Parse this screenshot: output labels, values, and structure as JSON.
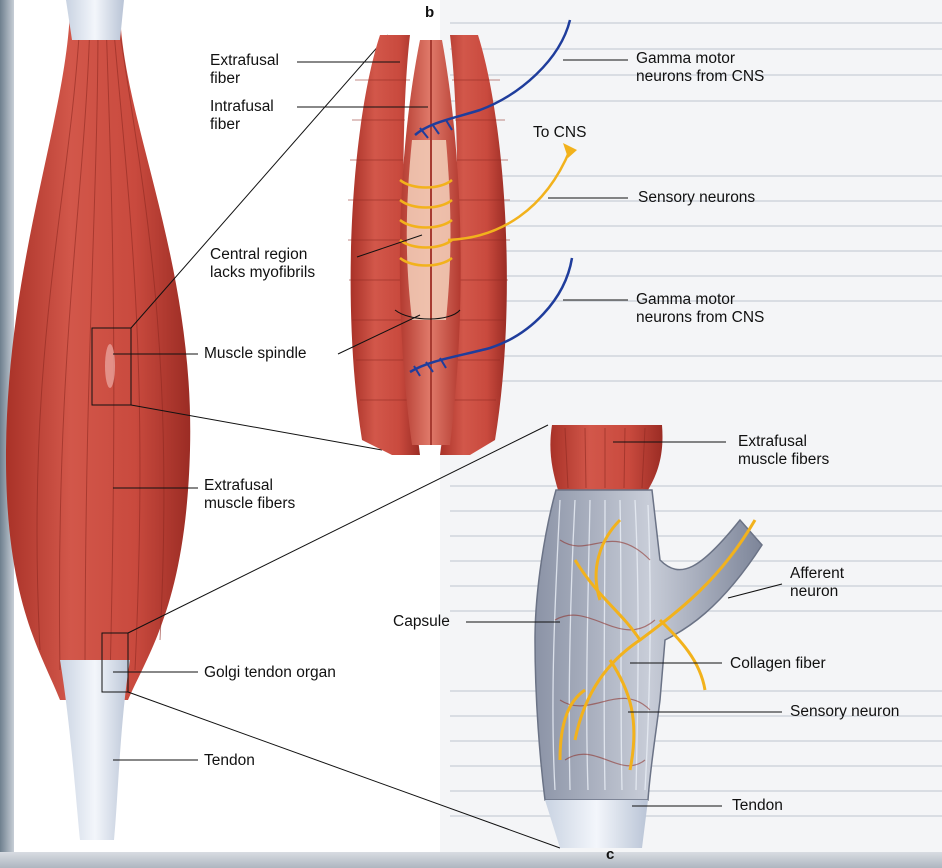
{
  "panels": {
    "b": "b",
    "c": "c"
  },
  "labels": {
    "extrafusal_fiber": "Extrafusal\nfiber",
    "intrafusal_fiber": "Intrafusal\nfiber",
    "central_region": "Central region\nlacks myofibrils",
    "muscle_spindle": "Muscle spindle",
    "extrafusal_muscle_fibers_left": "Extrafusal\nmuscle fibers",
    "golgi_tendon_organ": "Golgi  tendon organ",
    "tendon_left": "Tendon",
    "gamma_motor_top": "Gamma motor\nneurons from CNS",
    "to_cns": "To CNS",
    "sensory_neurons": "Sensory neurons",
    "gamma_motor_bottom": "Gamma motor\nneurons from CNS",
    "extrafusal_muscle_fibers_right": "Extrafusal\nmuscle fibers",
    "afferent_neuron": "Afferent\nneuron",
    "capsule": "Capsule",
    "collagen_fiber": "Collagen fiber",
    "sensory_neuron": "Sensory neuron",
    "tendon_right": "Tendon"
  },
  "colors": {
    "muscle": "#c8473c",
    "muscle_dark": "#9e2f27",
    "tendon": "#dfe6f0",
    "nerve_motor": "#1f3d9c",
    "nerve_sensory": "#f2b21c",
    "capsule": "#6b7386"
  }
}
